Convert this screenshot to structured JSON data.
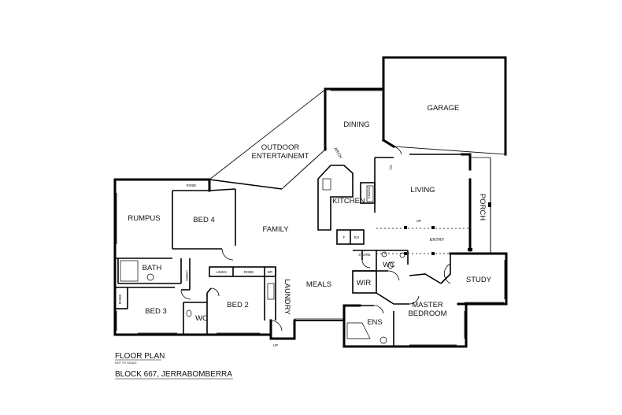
{
  "rooms": {
    "garage": "GARAGE",
    "dining": "DINING",
    "outdoor_line1": "OUTDOOR",
    "outdoor_line2": "ENTERTAINEMT",
    "kitchen": "KITCHEN",
    "living": "LIVING",
    "porch": "PORCH",
    "rumpus": "RUMPUS",
    "bed4": "BED 4",
    "family": "FAMILY",
    "bath": "BATH",
    "linen": "LINEN",
    "robe": "ROBE",
    "br": "BR",
    "laundry": "LAUNDRY",
    "meals": "MEALS",
    "wir": "WIR",
    "wc": "WC",
    "entry": "ENTRY",
    "study": "STUDY",
    "bed3": "BED 3",
    "bed2": "BED 2",
    "ens": "ENS",
    "master_line1": "MASTER",
    "master_line2": "BEDROOM",
    "store": "STORE",
    "arch": "ARCH",
    "pntry": "PNTRY",
    "fridge": "F",
    "ro": "RO",
    "up": "UP"
  },
  "caption": {
    "title": "FLOOR PLAN",
    "scale_note": "NOT TO SCALE",
    "address": "BLOCK 667, JERRABOMBERRA"
  }
}
